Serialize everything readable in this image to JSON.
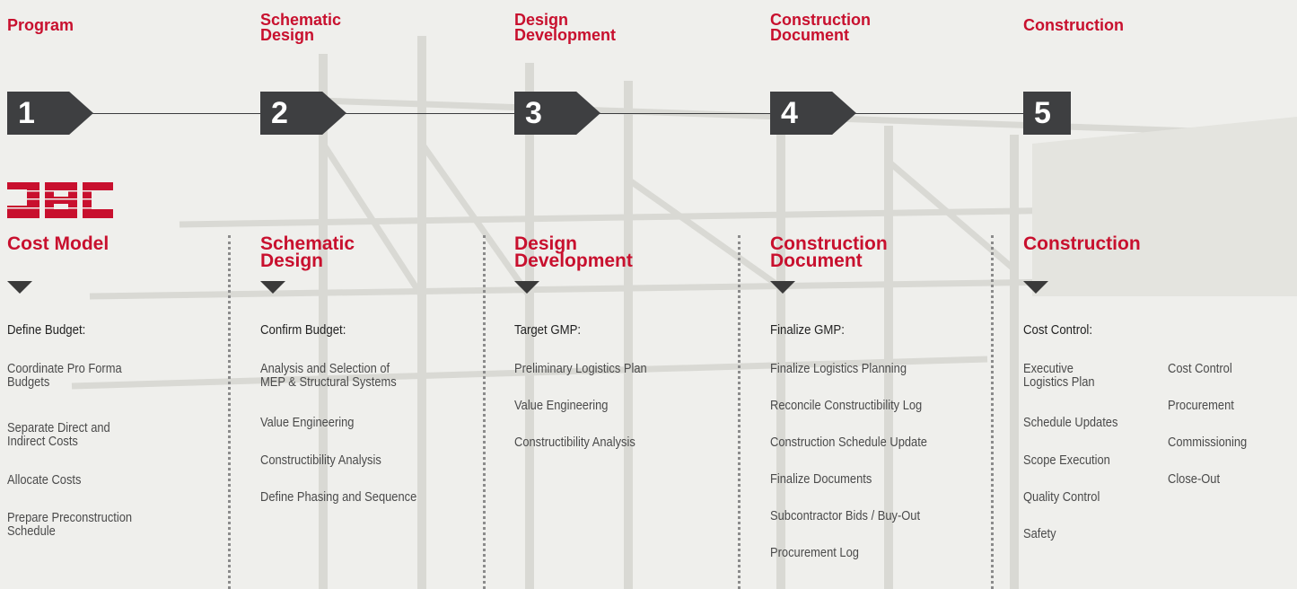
{
  "phases": [
    {
      "title_line1": "",
      "title_line2": "Program",
      "number": "1"
    },
    {
      "title_line1": "Schematic",
      "title_line2": "Design",
      "number": "2"
    },
    {
      "title_line1": "Design",
      "title_line2": "Development",
      "number": "3"
    },
    {
      "title_line1": "Construction",
      "title_line2": "Document",
      "number": "4"
    },
    {
      "title_line1": "",
      "title_line2": "Construction",
      "number": "5"
    }
  ],
  "logo_text": "JBC",
  "columns": [
    {
      "title_line1": "",
      "title_line2": "Cost Model",
      "heading": "Define Budget:",
      "items": [
        [
          "Coordinate Pro Forma",
          "Budgets"
        ],
        [
          "Separate Direct and",
          "Indirect Costs"
        ],
        [
          "Allocate Costs"
        ],
        [
          "Prepare Preconstruction",
          "Schedule"
        ]
      ]
    },
    {
      "title_line1": "Schematic",
      "title_line2": "Design",
      "heading": "Confirm Budget:",
      "items": [
        [
          "Analysis and Selection of",
          "MEP & Structural Systems"
        ],
        [
          "Value Engineering"
        ],
        [
          "Constructibility Analysis"
        ],
        [
          "Define Phasing and Sequence"
        ]
      ]
    },
    {
      "title_line1": "Design",
      "title_line2": "Development",
      "heading": "Target GMP:",
      "items": [
        [
          "Preliminary Logistics Plan"
        ],
        [
          "Value Engineering"
        ],
        [
          "Constructibility Analysis"
        ]
      ]
    },
    {
      "title_line1": "Construction",
      "title_line2": "Document",
      "heading": "Finalize GMP:",
      "items": [
        [
          "Finalize Logistics Planning"
        ],
        [
          "Reconcile Constructibility Log"
        ],
        [
          "Construction Schedule Update"
        ],
        [
          "Finalize Documents"
        ],
        [
          "Subcontractor Bids / Buy-Out"
        ],
        [
          "Procurement Log"
        ]
      ]
    },
    {
      "title_line1": "",
      "title_line2": "Construction",
      "heading": "Cost Control:",
      "items_left": [
        [
          "Executive",
          "Logistics Plan"
        ],
        [
          "Schedule Updates"
        ],
        [
          "Scope Execution"
        ],
        [
          "Quality Control"
        ],
        [
          "Safety"
        ]
      ],
      "items_right": [
        [
          "Cost Control"
        ],
        [
          "Procurement"
        ],
        [
          "Commissioning"
        ],
        [
          "Close-Out"
        ]
      ]
    }
  ],
  "colors": {
    "accent": "#c8102e",
    "badge": "#3e3f41",
    "text": "#4a4a4a"
  }
}
